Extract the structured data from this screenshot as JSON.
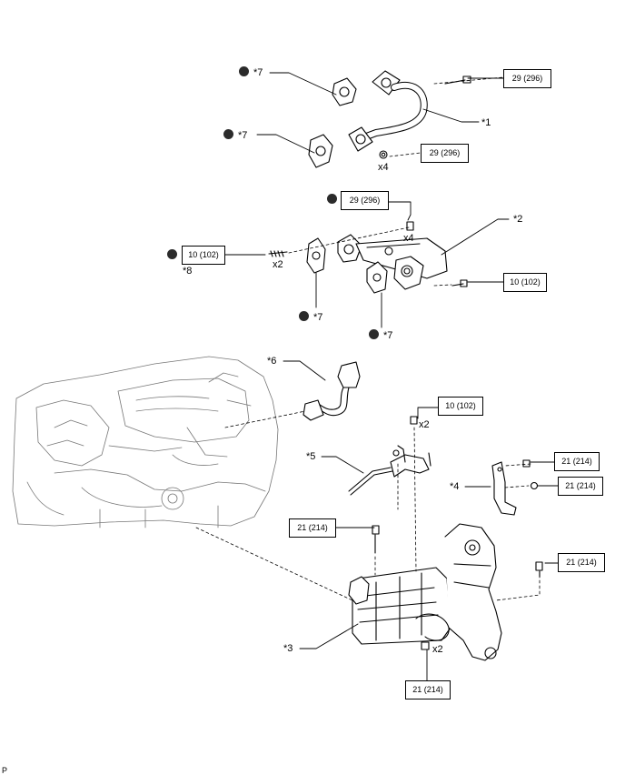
{
  "diagram": {
    "callouts": {
      "c1": "*1",
      "c2": "*2",
      "c3": "*3",
      "c4": "*4",
      "c5": "*5",
      "c6": "*6",
      "c7a": "*7",
      "c7b": "*7",
      "c7c": "*7",
      "c7d": "*7",
      "c8": "*8"
    },
    "torque": {
      "t1": "29 (296)",
      "t2": "29 (296)",
      "t3": "29 (296)",
      "t4": "10 (102)",
      "t5": "10 (102)",
      "t6": "10 (102)",
      "t7": "21 (214)",
      "t8": "21 (214)",
      "t9": "21 (214)",
      "t10": "21 (214)",
      "t11": "21 (214)"
    },
    "quantities": {
      "q1": "x4",
      "q2": "x4",
      "q3": "x2",
      "q4": "x2",
      "q5": "x2"
    },
    "footer_code": "P"
  }
}
